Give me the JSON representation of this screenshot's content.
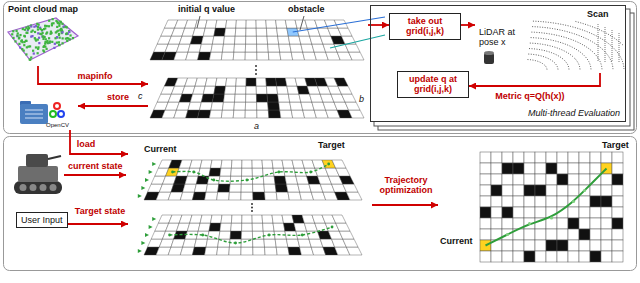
{
  "diagram": {
    "nodes": [
      {
        "text": [
          "Point cloud map"
        ]
      },
      {
        "text": [
          "initial q value",
          "obstacle"
        ]
      },
      {
        "text": [
          "Multi-thread Evaluation"
        ]
      },
      {
        "text": [
          "take out grid(i,j,k)"
        ],
        "in": 2
      },
      {
        "text": [
          "LiDAR at pose x",
          "Scan"
        ],
        "in": 2
      },
      {
        "text": [
          "update q at grid(i,j,k)"
        ],
        "in": 2
      },
      {
        "text": [
          "OpenCV"
        ]
      },
      {
        "text": [
          "User Input"
        ]
      },
      {
        "text": [
          "Current",
          "Target"
        ]
      },
      {
        "text": [
          "Target",
          "Current"
        ]
      }
    ],
    "edges": [
      {
        "from": 0,
        "to": 1,
        "label": "mapinfo",
        "arrow": "to"
      },
      {
        "from": 1,
        "to": 6,
        "label": "store",
        "arrow": "to"
      },
      {
        "from": 1,
        "to": 3,
        "arrow": "to"
      },
      {
        "from": 3,
        "to": 4,
        "arrow": "to"
      },
      {
        "from": 4,
        "to": 5,
        "label": "Metric q=Q(h(x))",
        "arrow": "to"
      },
      {
        "from": 6,
        "to": 8,
        "label": "load",
        "arrow": "to"
      },
      {
        "from": 7,
        "to": 8,
        "label": "Target state",
        "arrow": "to"
      },
      {
        "from": 8,
        "to": 9,
        "label": "Trajectory optimization",
        "arrow": "to"
      }
    ],
    "labels": [
      "a",
      "b",
      "c",
      "current state"
    ]
  }
}
